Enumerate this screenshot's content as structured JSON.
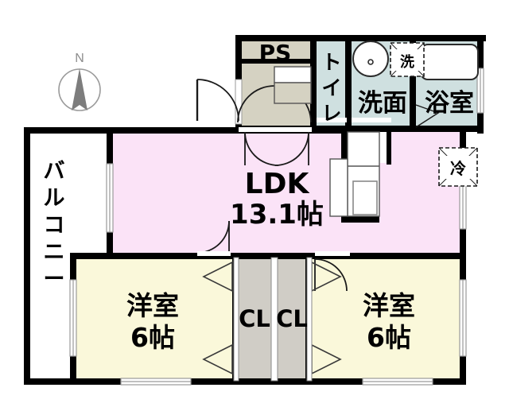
{
  "plan": {
    "title": "apartment-floor-plan",
    "compass": {
      "label": "N",
      "name": "north-arrow"
    },
    "colors": {
      "ldk": "#fbe3f7",
      "bedroom": "#faf8da",
      "entrance": "#d5d2c2",
      "water": "#cfe0e0",
      "closet": "#d0cdc6",
      "wall": "#000000",
      "balcony": "#ffffff",
      "compass": "#7d7d7d"
    },
    "rooms": [
      {
        "id": "balcony",
        "label": "バルコニー",
        "orientation": "vertical",
        "area": ""
      },
      {
        "id": "ldk",
        "label": "LDK",
        "area": "13.1帖"
      },
      {
        "id": "bedroom-left",
        "label": "洋室",
        "area": "6帖"
      },
      {
        "id": "bedroom-right",
        "label": "洋室",
        "area": "6帖"
      },
      {
        "id": "closet-left",
        "label": "CL",
        "area": ""
      },
      {
        "id": "closet-right",
        "label": "CL",
        "area": ""
      },
      {
        "id": "pipe-shaft",
        "label": "PS",
        "area": ""
      },
      {
        "id": "toilet",
        "label": "トイレ",
        "orientation": "vertical",
        "area": ""
      },
      {
        "id": "washroom",
        "label": "洗面",
        "area": ""
      },
      {
        "id": "bathroom",
        "label": "浴室",
        "area": ""
      }
    ],
    "fixtures": [
      {
        "id": "washer",
        "label": "洗",
        "type": "dashed-box"
      },
      {
        "id": "fridge",
        "label": "冷",
        "type": "dashed-box"
      },
      {
        "id": "bathtub",
        "label": "",
        "type": "rounded-rect"
      },
      {
        "id": "sink",
        "label": "",
        "type": "circle"
      },
      {
        "id": "kitchen-counter",
        "label": "",
        "type": "rect"
      },
      {
        "id": "shoe-cabinet",
        "label": "",
        "type": "rect"
      }
    ],
    "labels": {
      "balcony": "バルコニー",
      "ldk_name": "LDK",
      "ldk_area": "13.1帖",
      "bedroom_name": "洋室",
      "bedroom_area": "6帖",
      "closet": "CL",
      "ps": "PS",
      "toilet": "トイレ",
      "washroom": "洗面",
      "bathroom": "浴室",
      "washer": "洗",
      "fridge": "冷",
      "north": "N"
    }
  }
}
